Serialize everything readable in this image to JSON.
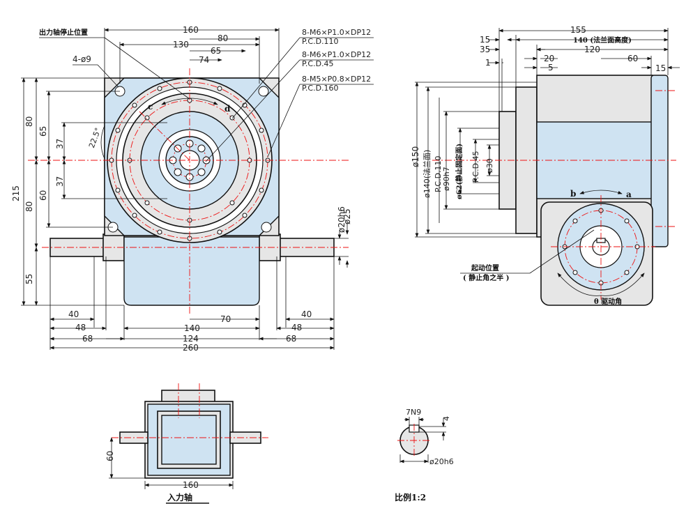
{
  "front_view": {
    "note_output_rest": "出力轴停止位置",
    "holes_4": "4-ø9",
    "spec1_line1": "8-M6×P1.0×DP12",
    "spec1_line2": "P.C.D.110",
    "spec2_line1": "8-M6×P1.0×DP12",
    "spec2_line2": "P.C.D.45",
    "spec3_line1": "8-M5×P0.8×DP12",
    "spec3_line2": "P.C.D.160",
    "top_dims": [
      "160",
      "80",
      "130",
      "65",
      "74"
    ],
    "left_dims": [
      "215",
      "80",
      "80",
      "65",
      "60",
      "37",
      "37",
      "55"
    ],
    "angle": "22.5°",
    "rot_c": "c",
    "rot_d": "d",
    "shaft_dims": [
      "ø20h6",
      "ø25"
    ],
    "bottom_dims": [
      "40",
      "48",
      "68",
      "70",
      "40",
      "48",
      "68",
      "140",
      "124",
      "260"
    ]
  },
  "side_view": {
    "top_dims": [
      "155",
      "15",
      "140 (法兰面高度)",
      "35",
      "120",
      "1",
      "20",
      "5",
      "60",
      "15"
    ],
    "left_dims": [
      "ø150",
      "ø140(法兰面)",
      "P.C.D.110",
      "ø90h7",
      "ø62(静止固定面)",
      "P.C.D.45",
      "ø30"
    ],
    "rot_b": "b",
    "rot_a": "a",
    "start_pos_line1": "起动位置",
    "start_pos_line2": "( 静止角之半 )",
    "theta": "θ 驱动角"
  },
  "input_shaft_view": {
    "dim_height": "60",
    "dim_width": "160",
    "caption": "入力轴"
  },
  "key_detail": {
    "key": "7N9",
    "depth": "4",
    "dia": "ø20h6",
    "caption": "比例1:2"
  }
}
